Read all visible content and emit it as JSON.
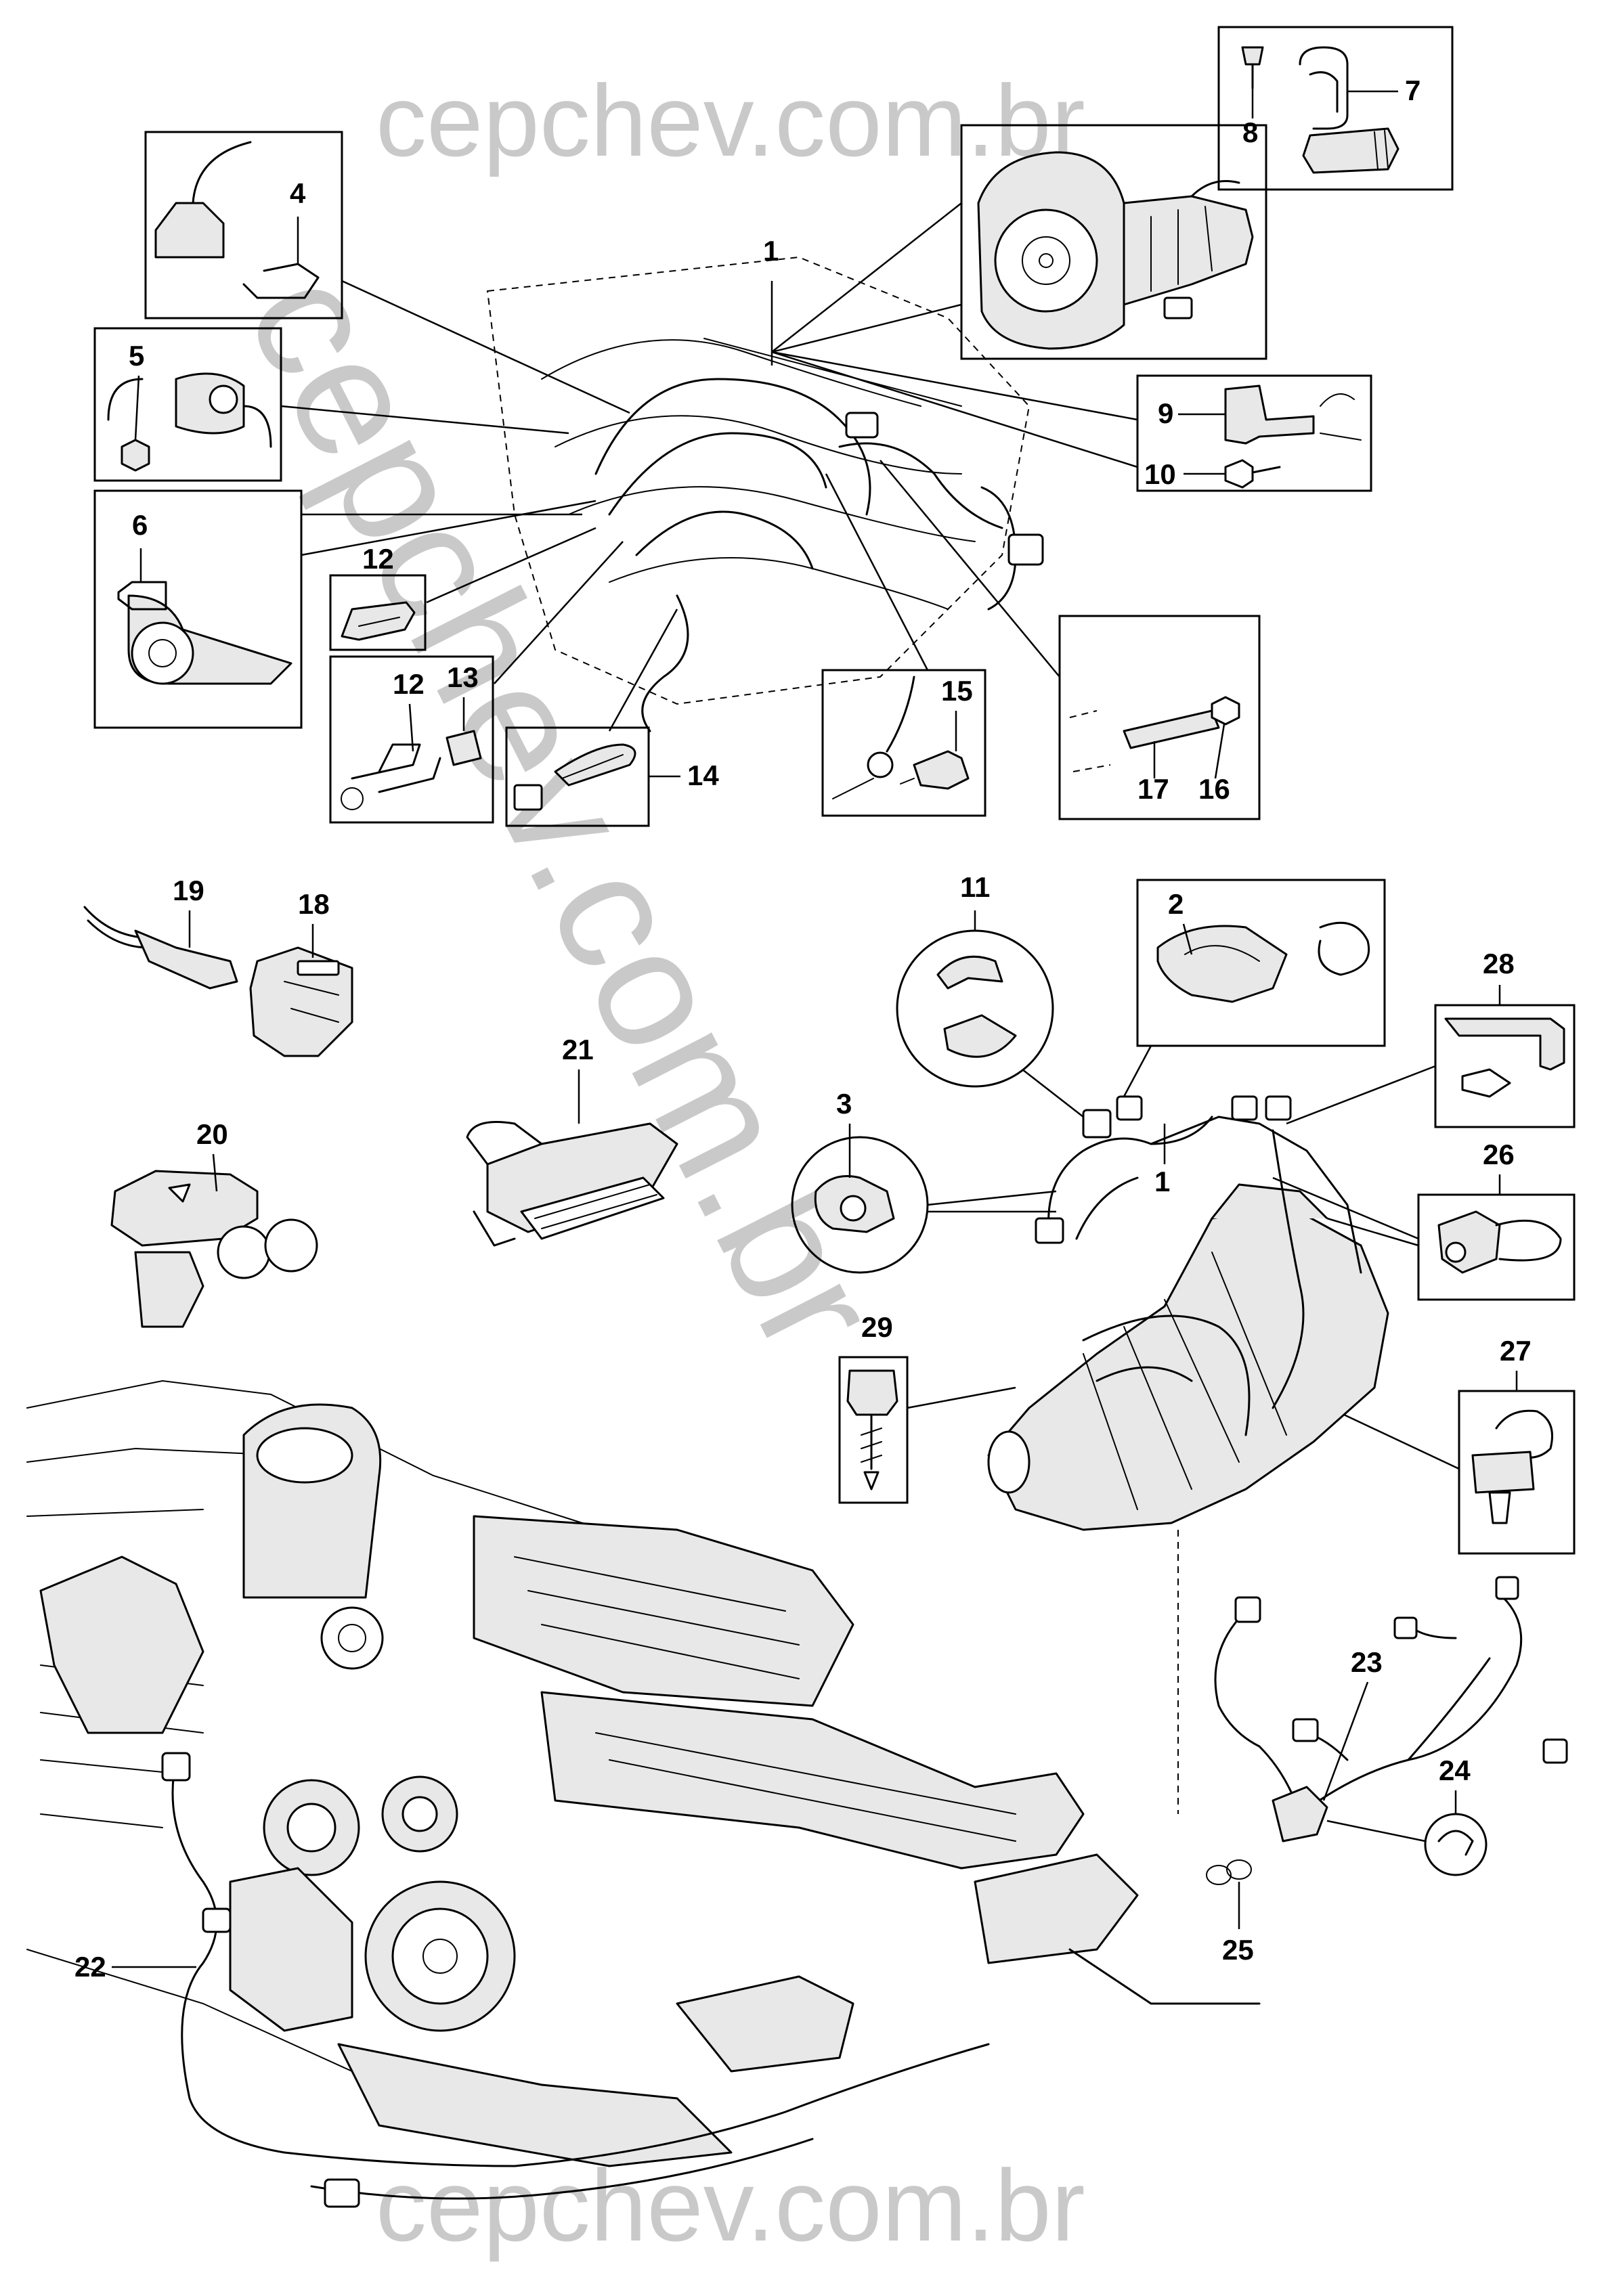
{
  "watermarks": {
    "top": "cepchev.com.br",
    "diagonal": "cepchev.com.br",
    "bottom": "cepchev.com.br"
  },
  "callouts": {
    "c1": "1",
    "c1b": "1",
    "c2": "2",
    "c3": "3",
    "c4": "4",
    "c5": "5",
    "c6": "6",
    "c7": "7",
    "c8": "8",
    "c9": "9",
    "c10": "10",
    "c11": "11",
    "c12a": "12",
    "c12b": "12",
    "c13": "13",
    "c14": "14",
    "c15": "15",
    "c16": "16",
    "c17": "17",
    "c18": "18",
    "c19": "19",
    "c20": "20",
    "c21": "21",
    "c22": "22",
    "c23": "23",
    "c24": "24",
    "c25": "25",
    "c26": "26",
    "c27": "27",
    "c28": "28",
    "c29": "29"
  }
}
